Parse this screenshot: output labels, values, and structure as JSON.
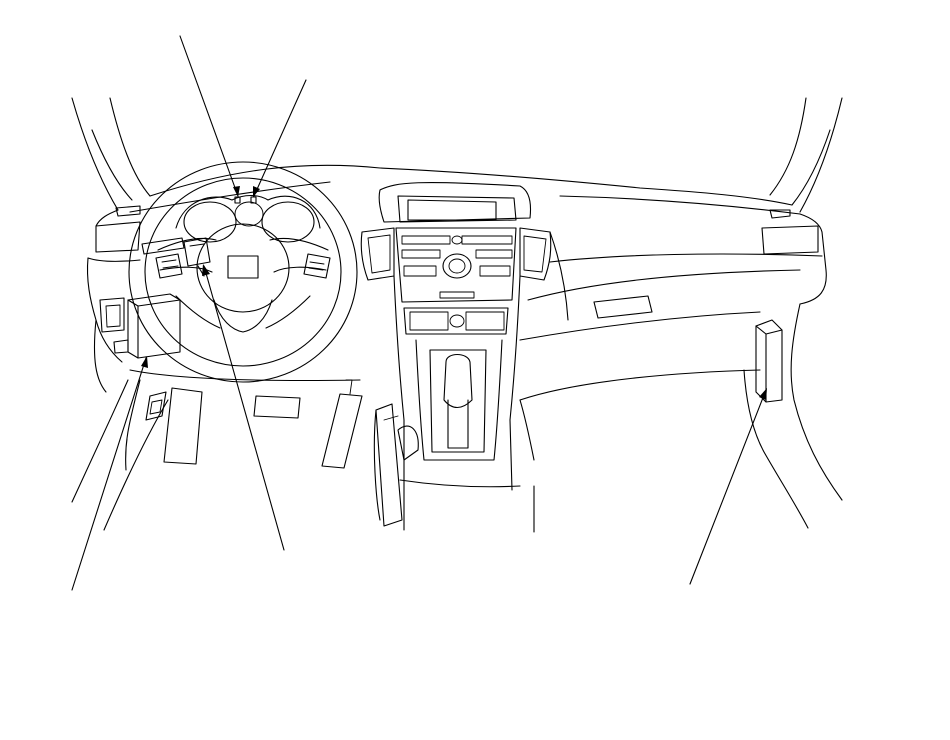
{
  "diagram": {
    "line_color": "#000000",
    "background": "#ffffff",
    "leaders": [
      {
        "id": "leader-gauge-left",
        "points_to": "instrument-cluster-indicator-left"
      },
      {
        "id": "leader-gauge-right",
        "points_to": "instrument-cluster-indicator-right"
      },
      {
        "id": "leader-under-dash-box",
        "points_to": "under-dash-fuse-box"
      },
      {
        "id": "leader-column-switch",
        "points_to": "combination-switch-connector"
      },
      {
        "id": "leader-passenger-module",
        "points_to": "passenger-kick-panel-module"
      }
    ]
  }
}
